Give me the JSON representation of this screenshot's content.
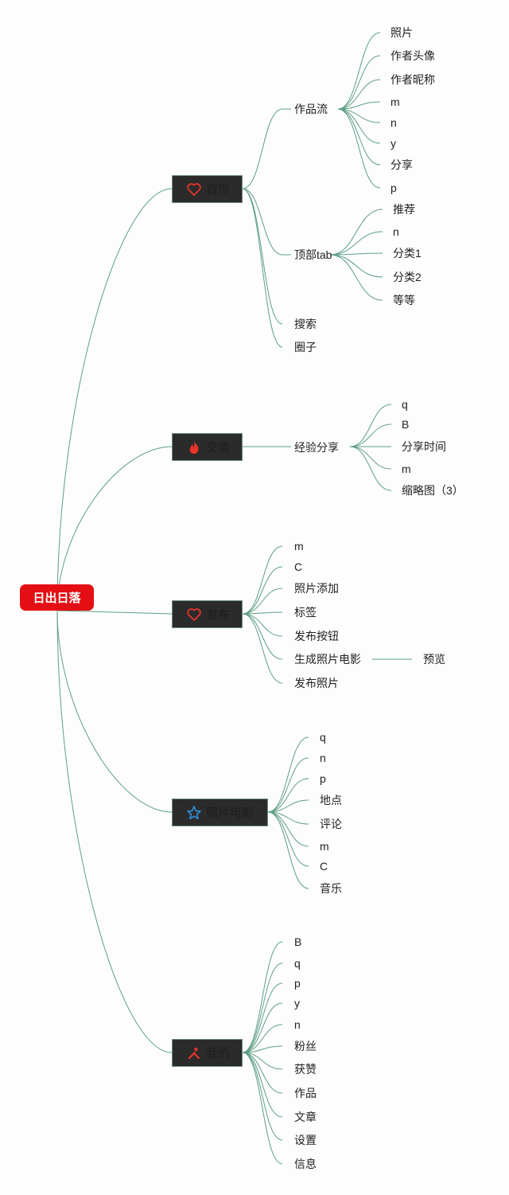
{
  "root": {
    "label": "日出日落",
    "color": "#e40f14"
  },
  "branches": [
    {
      "id": "home",
      "label": "首页",
      "icon": "heart-icon",
      "children": [
        {
          "label": "作品流",
          "children": [
            "照片",
            "作者头像",
            "作者昵称",
            "m",
            "n",
            "y",
            "分享",
            "p"
          ]
        },
        {
          "label": "顶部tab",
          "children": [
            "推荐",
            "n",
            "分类1",
            "分类2",
            "等等"
          ]
        },
        {
          "label": "搜索"
        },
        {
          "label": "圈子"
        }
      ]
    },
    {
      "id": "exchange",
      "label": "交流",
      "icon": "flame-icon",
      "children": [
        {
          "label": "经验分享",
          "children": [
            "q",
            "B",
            "分享时间",
            "m",
            "缩略图（3）"
          ]
        }
      ]
    },
    {
      "id": "publish",
      "label": "发布",
      "icon": "heart-icon",
      "children": [
        {
          "label": "m"
        },
        {
          "label": "C"
        },
        {
          "label": "照片添加"
        },
        {
          "label": "标签"
        },
        {
          "label": "发布按钮"
        },
        {
          "label": "生成照片电影",
          "children": [
            "预览"
          ]
        },
        {
          "label": "发布照片"
        }
      ]
    },
    {
      "id": "photo-movie",
      "label": "照片电影",
      "icon": "star-icon",
      "children": [
        {
          "label": "q"
        },
        {
          "label": "n"
        },
        {
          "label": "p"
        },
        {
          "label": "地点"
        },
        {
          "label": "评论"
        },
        {
          "label": "m"
        },
        {
          "label": "C"
        },
        {
          "label": "音乐"
        }
      ]
    },
    {
      "id": "mine",
      "label": "我的",
      "icon": "tools-icon",
      "children": [
        {
          "label": "B"
        },
        {
          "label": "q"
        },
        {
          "label": "p"
        },
        {
          "label": "y"
        },
        {
          "label": "n"
        },
        {
          "label": "粉丝"
        },
        {
          "label": "获赞"
        },
        {
          "label": "作品"
        },
        {
          "label": "文章"
        },
        {
          "label": "设置"
        },
        {
          "label": "信息"
        }
      ]
    }
  ],
  "colors": {
    "link": "#5e9e84",
    "branch_fill": "#2b2b2b",
    "icon_red": "#e8342a",
    "icon_blue": "#2f8fd8"
  }
}
